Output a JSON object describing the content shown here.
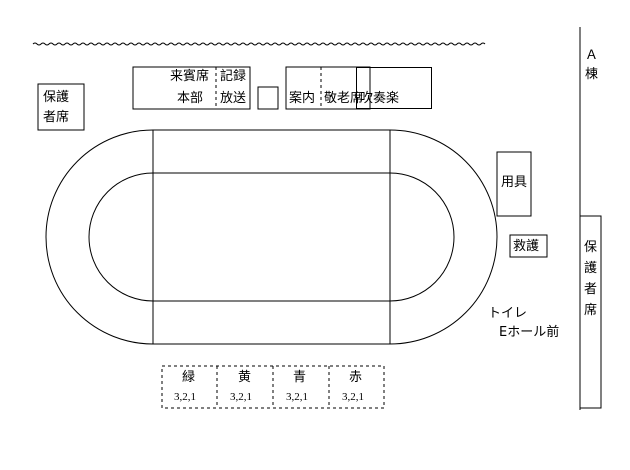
{
  "top_row": {
    "guest_label": "来賓席",
    "hq_label": "本部",
    "record_label": "記録",
    "broadcast_label": "放送",
    "info_label": "案内",
    "elder_label": "敬老席",
    "band_label": "吹奏楽"
  },
  "guardian_left": {
    "line1": "保護",
    "line2": "者席"
  },
  "equipment_label": "用具",
  "first_aid_label": "救護",
  "toilet": {
    "line1": "トイレ",
    "line2": "Eホール前"
  },
  "building_a": {
    "line1": "Ａ",
    "line2": "棟"
  },
  "guardian_right": {
    "chars": [
      "保",
      "護",
      "者",
      "席"
    ]
  },
  "teams": [
    {
      "name": "緑",
      "order": "3,2,1"
    },
    {
      "name": "黄",
      "order": "3,2,1"
    },
    {
      "name": "青",
      "order": "3,2,1"
    },
    {
      "name": "赤",
      "order": "3,2,1"
    }
  ]
}
